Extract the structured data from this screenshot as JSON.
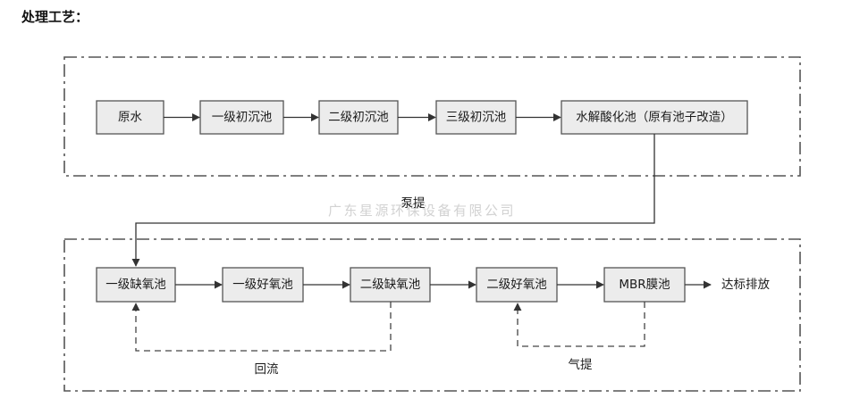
{
  "heading": "处理工艺：",
  "stage1": {
    "boxes": [
      "原水",
      "一级初沉池",
      "二级初沉池",
      "三级初沉池",
      "水解酸化池（原有池子改造）"
    ]
  },
  "transfer_label": "泵提",
  "watermark": "广东星源环保设备有限公司",
  "stage2": {
    "boxes": [
      "一级缺氧池",
      "一级好氧池",
      "二级缺氧池",
      "二级好氧池",
      "MBR膜池"
    ],
    "outlet": "达标排放"
  },
  "returns": {
    "reflux_label": "回流",
    "airlift_label": "气提"
  }
}
